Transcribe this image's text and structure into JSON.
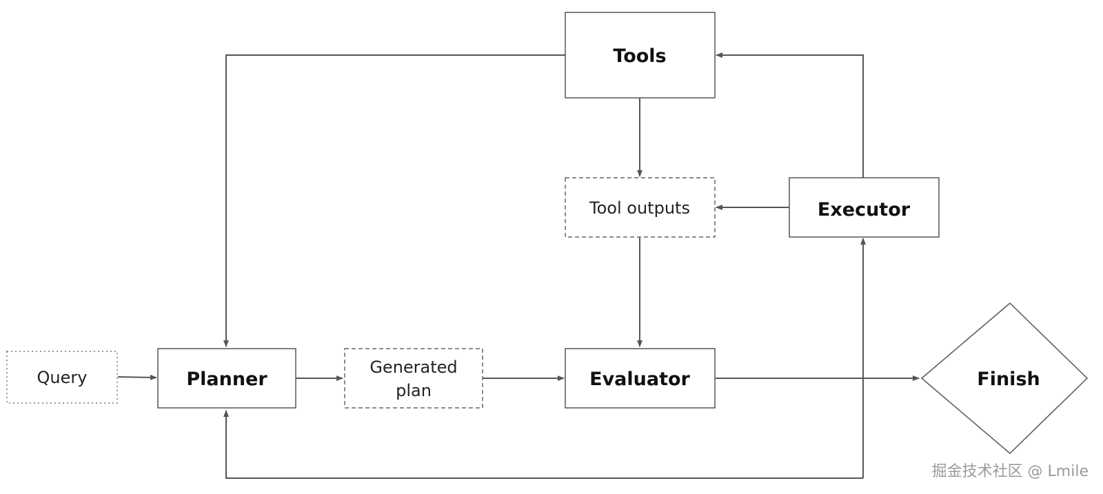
{
  "nodes": {
    "tools": "Tools",
    "tool_outputs": "Tool outputs",
    "executor": "Executor",
    "query": "Query",
    "planner": "Planner",
    "generated_plan_line1": "Generated",
    "generated_plan_line2": "plan",
    "evaluator": "Evaluator",
    "finish": "Finish"
  },
  "watermark": "掘金技术社区 @ Lmile",
  "colors": {
    "stroke": "#555555",
    "text": "#111111",
    "watermark": "#9a9a9a"
  }
}
